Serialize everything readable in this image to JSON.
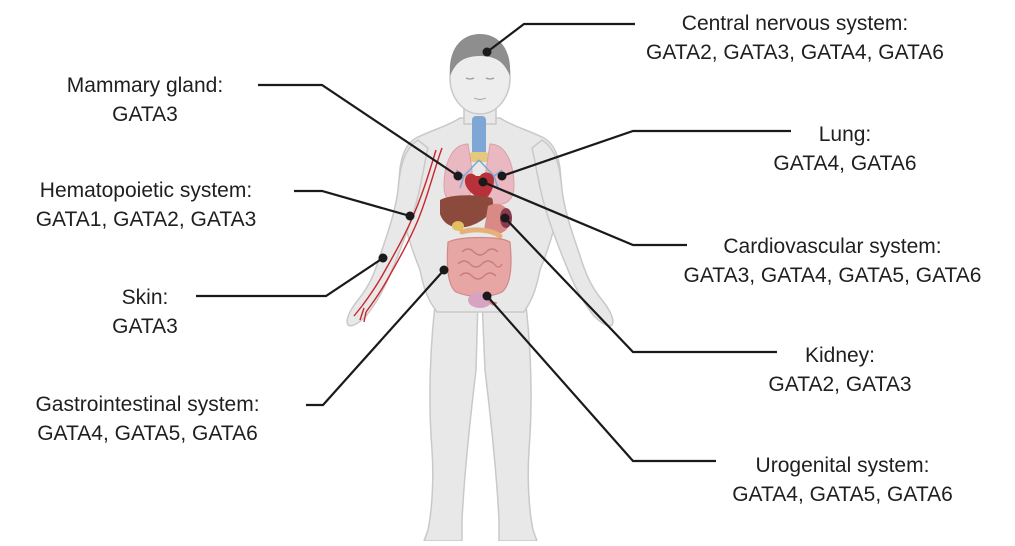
{
  "labels": {
    "cns": {
      "title": "Central nervous system:",
      "genes": "GATA2, GATA3, GATA4, GATA6"
    },
    "mammary": {
      "title": "Mammary gland:",
      "genes": "GATA3"
    },
    "hema": {
      "title": "Hematopoietic system:",
      "genes": "GATA1, GATA2, GATA3"
    },
    "skin": {
      "title": "Skin:",
      "genes": "GATA3"
    },
    "gi": {
      "title": "Gastrointestinal system:",
      "genes": "GATA4, GATA5, GATA6"
    },
    "lung": {
      "title": "Lung:",
      "genes": "GATA4, GATA6"
    },
    "cardio": {
      "title": "Cardiovascular system:",
      "genes": "GATA3, GATA4, GATA5, GATA6"
    },
    "kidney": {
      "title": "Kidney:",
      "genes": "GATA2, GATA3"
    },
    "uro": {
      "title": "Urogenital system:",
      "genes": "GATA4, GATA5, GATA6"
    }
  },
  "colors": {
    "body": "#e8e8e8",
    "body_outline": "#c9c9c9",
    "hair": "#8e8e8e",
    "leader": "#1a1a1a",
    "organ_red": "#b8303a",
    "organ_pink": "#e6a0a3",
    "lung": "#e9b8c0",
    "airway": "#7fa7d6",
    "liver": "#8c4a3c",
    "intestine": "#e7a6a3",
    "vessel": "#c8262c"
  }
}
